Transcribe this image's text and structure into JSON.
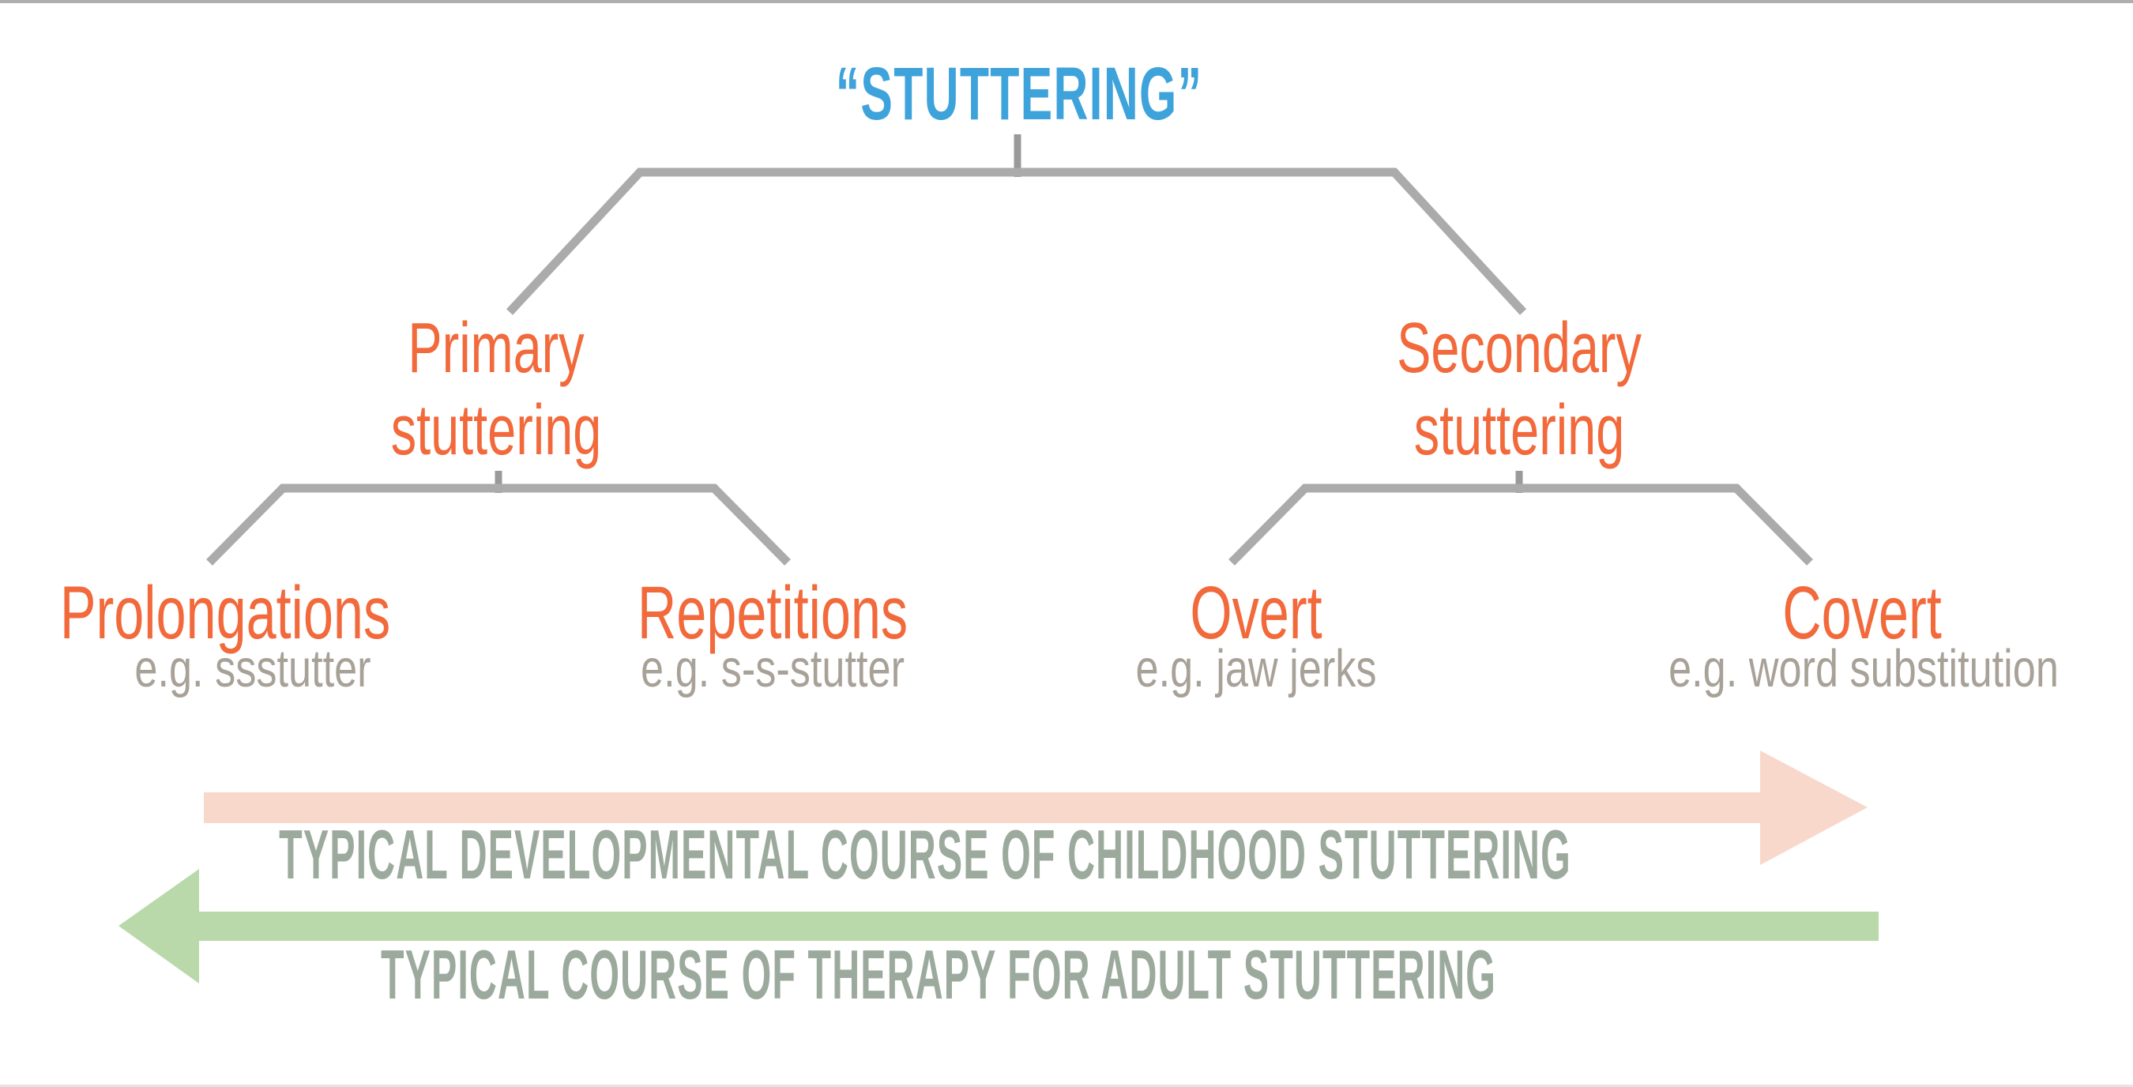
{
  "colors": {
    "title_blue": "#3FA3DB",
    "node_orange": "#F2693B",
    "example_gray": "#A8A198",
    "connector_gray": "#ABABAB",
    "stub_gray": "#9A9A9A",
    "pink_arrow": "#F9D8CC",
    "green_arrow": "#B9D9AB",
    "arrow_label_sage": "#9CAA9D"
  },
  "root": {
    "label": "“STUTTERING”"
  },
  "branches": [
    {
      "id": "primary",
      "line1": "Primary",
      "line2": "stuttering",
      "children": [
        {
          "label": "Prolongations",
          "example": "e.g. ssstutter"
        },
        {
          "label": "Repetitions",
          "example": "e.g. s-s-stutter"
        }
      ]
    },
    {
      "id": "secondary",
      "line1": "Secondary",
      "line2": "stuttering",
      "children": [
        {
          "label": "Overt",
          "example": "e.g. jaw jerks"
        },
        {
          "label": "Covert",
          "example": "e.g. word substitution"
        }
      ]
    }
  ],
  "arrows": [
    {
      "direction": "right",
      "color": "#F9D8CC",
      "label": "TYPICAL DEVELOPMENTAL COURSE OF CHILDHOOD STUTTERING"
    },
    {
      "direction": "left",
      "color": "#B9D9AB",
      "label": "TYPICAL COURSE OF THERAPY FOR ADULT STUTTERING"
    }
  ]
}
